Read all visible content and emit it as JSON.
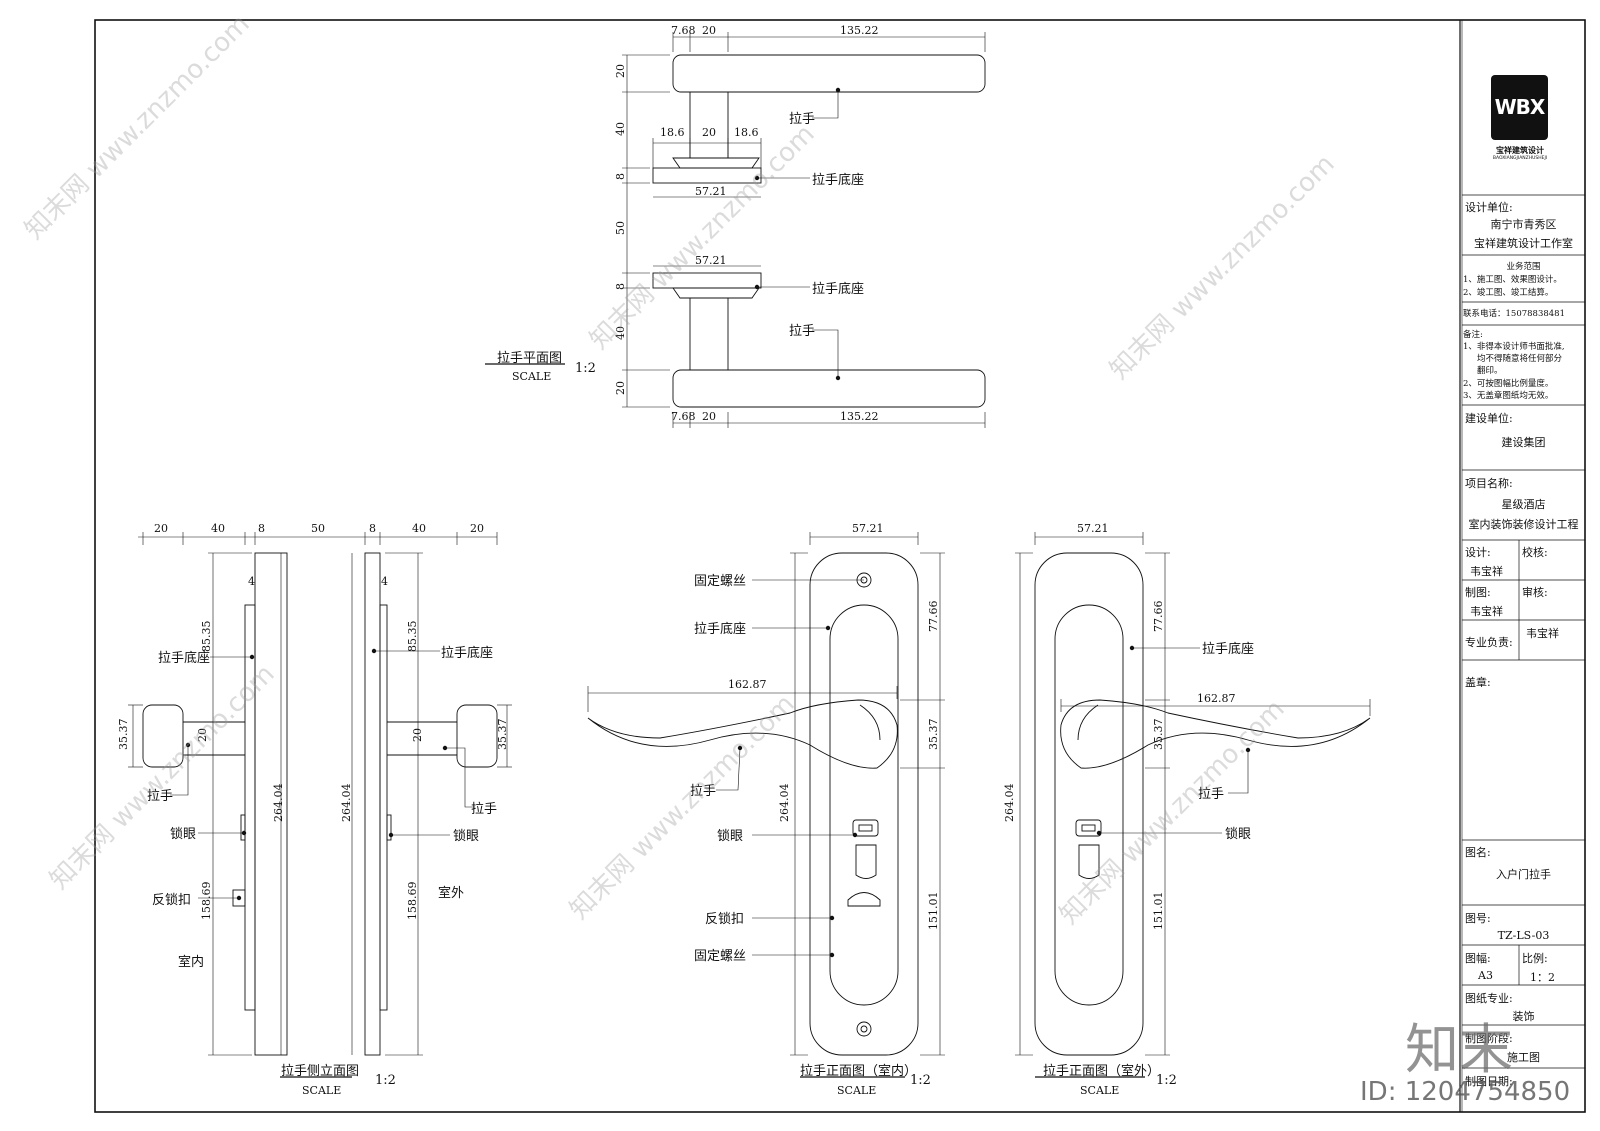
{
  "labels": {
    "handle": "拉手",
    "handle_base": "拉手底座",
    "fixing_screw": "固定螺丝",
    "keyhole": "锁眼",
    "reverse_lock": "反锁扣",
    "indoor": "室内",
    "outdoor": "室外",
    "scale_word": "SCALE",
    "scale_ratio": "1:2"
  },
  "views": {
    "plan_title": "拉手平面图",
    "side_title": "拉手侧立面图",
    "front_in_title": "拉手正面图（室内）",
    "front_out_title": "拉手正面图（室外）"
  },
  "dimensions": {
    "d7_68": "7.68",
    "d20": "20",
    "d135_22": "135.22",
    "d40": "40",
    "d18_6": "18.6",
    "d8": "8",
    "d57_21": "57.21",
    "d50": "50",
    "d4": "4",
    "d85_35": "85.35",
    "d35_37": "35.37",
    "d264_04": "264.04",
    "d158_69": "158.69",
    "d162_87": "162.87",
    "d77_66": "77.66",
    "d151_01": "151.01"
  },
  "title_block": {
    "logo_text": "WBX",
    "logo_cn": "宝祥建筑设计",
    "logo_en": "BAOXIANGJIANZHUSHEJI",
    "design_unit_label": "设计单位:",
    "design_unit_line1": "南宁市青秀区",
    "design_unit_line2": "宝祥建筑设计工作室",
    "business_title": "业务范围",
    "business_1": "1、施工图、效果图设计。",
    "business_2": "2、竣工图、竣工结算。",
    "phone": "联系电话：15078838481",
    "notes_label": "备注:",
    "note_1a": "1、非得本设计师书面批准,",
    "note_1b": "均不得随意将任何部分",
    "note_1c": "翻印。",
    "note_2": "2、可按图幅比例量度。",
    "note_3": "3、无盖章图纸均无效。",
    "client_label": "建设单位:",
    "client": "建设集团",
    "project_label": "项目名称:",
    "project_line1": "星级酒店",
    "project_line2": "室内装饰装修设计工程",
    "design_label": "设计:",
    "design_name": "韦宝祥",
    "check_label": "校核:",
    "draw_label": "制图:",
    "draw_name": "韦宝祥",
    "review_label": "审核:",
    "lead_label": "专业负责:",
    "lead_name": "韦宝祥",
    "stamp_label": "盖章:",
    "drawing_name_label": "图名:",
    "drawing_name": "入户门拉手",
    "drawing_no_label": "图号:",
    "drawing_no": "TZ-LS-03",
    "sheet_label": "图幅:",
    "sheet": "A3",
    "scale_label": "比例:",
    "scale": "1：2",
    "discipline_label": "图纸专业:",
    "discipline": "装饰",
    "stage_label": "制图阶段:",
    "stage": "施工图",
    "date_label": "制图日期:"
  },
  "watermark": {
    "site": "知末网 www.znzmo.com",
    "brand": "知末",
    "id": "ID: 1204754850"
  }
}
